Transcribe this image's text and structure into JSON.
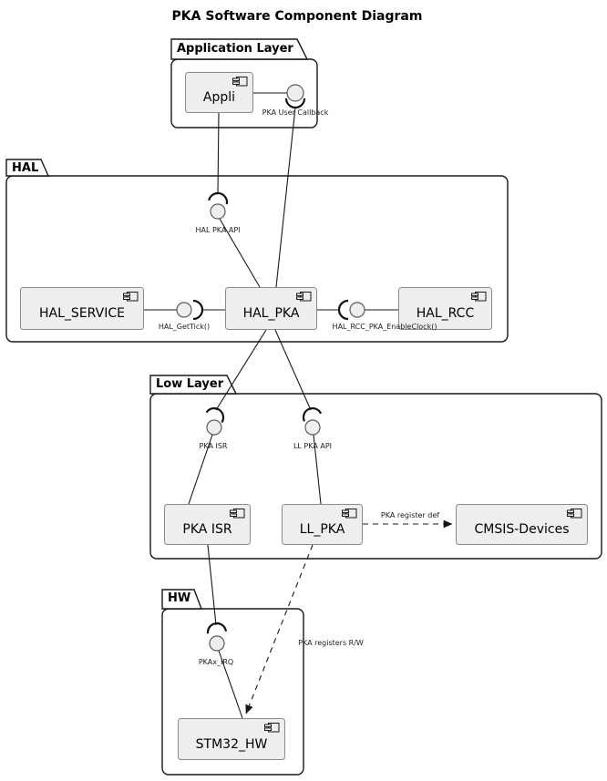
{
  "title": "PKA Software Component Diagram",
  "packages": {
    "application_layer": {
      "label": "Application Layer"
    },
    "hal": {
      "label": "HAL"
    },
    "low_layer": {
      "label": "Low Layer"
    },
    "hw": {
      "label": "HW"
    }
  },
  "components": {
    "appli": {
      "label": "Appli"
    },
    "hal_service": {
      "label": "HAL_SERVICE"
    },
    "hal_pka": {
      "label": "HAL_PKA"
    },
    "hal_rcc": {
      "label": "HAL_RCC"
    },
    "pka_isr": {
      "label": "PKA ISR"
    },
    "ll_pka": {
      "label": "LL_PKA"
    },
    "cmsis_devices": {
      "label": "CMSIS-Devices"
    },
    "stm32_hw": {
      "label": "STM32_HW"
    }
  },
  "interfaces": {
    "pka_user_callback": {
      "label": "PKA User Callback"
    },
    "hal_pka_api": {
      "label": "HAL PKA API"
    },
    "hal_gettick": {
      "label": "HAL_GetTick()"
    },
    "hal_rcc_enable": {
      "label": "HAL_RCC_PKA_EnableClock()"
    },
    "pka_isr_if": {
      "label": "PKA ISR"
    },
    "ll_pka_api": {
      "label": "LL PKA API"
    },
    "pkax_irq": {
      "label": "PKAx_IRQ"
    }
  },
  "connectors": {
    "pka_register_def": {
      "label": "PKA register def"
    },
    "pka_registers_rw": {
      "label": "PKA registers R/W"
    }
  },
  "colors": {
    "pkg_border": "#181818",
    "comp_fill": "#EEEEEE",
    "comp_border": "#8A8A8A",
    "line": "#181818",
    "ball_fill": "#EEEEEE",
    "ball_border": "#5A5A5A"
  }
}
